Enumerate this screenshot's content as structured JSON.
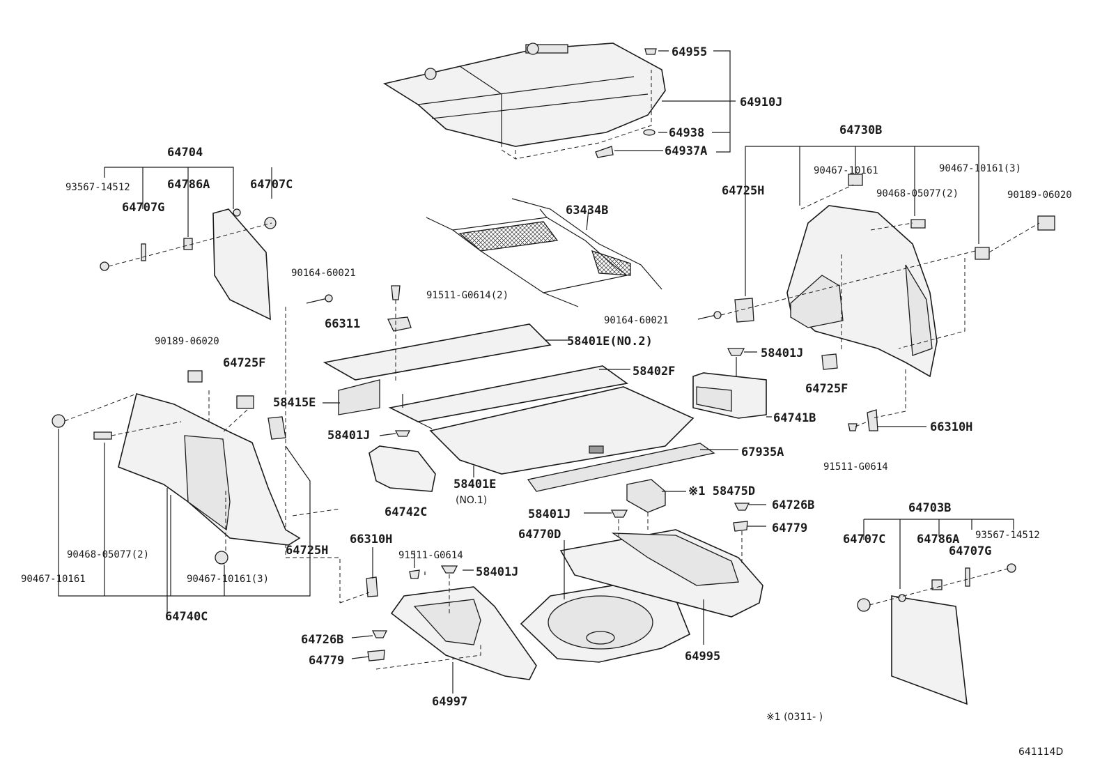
{
  "labels": {
    "p64955": "64955",
    "p64910J": "64910J",
    "p64938": "64938",
    "p64937A": "64937A",
    "p64704": "64704",
    "p93567_14512_l": "93567-14512",
    "p64786A_l": "64786A",
    "p64707C_l": "64707C",
    "p64707G_l": "64707G",
    "p63434B": "63434B",
    "p64730B": "64730B",
    "p90467_10161_r": "90467-10161",
    "p90467_10161_3_r": "90467-10161(3)",
    "p64725H_r": "64725H",
    "p90468_05077_2_r": "90468-05077(2)",
    "p90189_06020_r": "90189-06020",
    "p90164_60021_l": "90164-60021",
    "p91511_G0614_2": "91511-G0614(2)",
    "p66311": "66311",
    "p58401E_no2": "58401E(NO.2)",
    "p90164_60021_r": "90164-60021",
    "p90189_06020_l": "90189-06020",
    "p64725F_l": "64725F",
    "p58402F": "58402F",
    "p58401J_r": "58401J",
    "p58415E": "58415E",
    "p64725F_r": "64725F",
    "p64741B": "64741B",
    "p58401J_c": "58401J",
    "p66310H_r": "66310H",
    "p67935A": "67935A",
    "p91511_G0614_r": "91511-G0614",
    "p58401E": "58401E",
    "p58401E_no1": "(NO.1)",
    "p64742C": "64742C",
    "p58475D": "※1 58475D",
    "p64726B_r": "64726B",
    "p64703B": "64703B",
    "p58401J_m": "58401J",
    "p64779_r": "64779",
    "p64770D": "64770D",
    "p66310H_l": "66310H",
    "p64707C_r": "64707C",
    "p64786A_r": "64786A",
    "p93567_14512_r": "93567-14512",
    "p64707G_r": "64707G",
    "p90468_05077_2_l": "90468-05077(2)",
    "p64725H_l": "64725H",
    "p91511_G0614_l": "91511-G0614",
    "p58401J_b": "58401J",
    "p90467_10161_l": "90467-10161",
    "p90467_10161_3_l": "90467-10161(3)",
    "p64740C": "64740C",
    "p64726B_l": "64726B",
    "p64995": "64995",
    "p64779_l": "64779",
    "p64997": "64997"
  },
  "footnote": "※1 (0311-      )",
  "diagram_id": "641114D"
}
